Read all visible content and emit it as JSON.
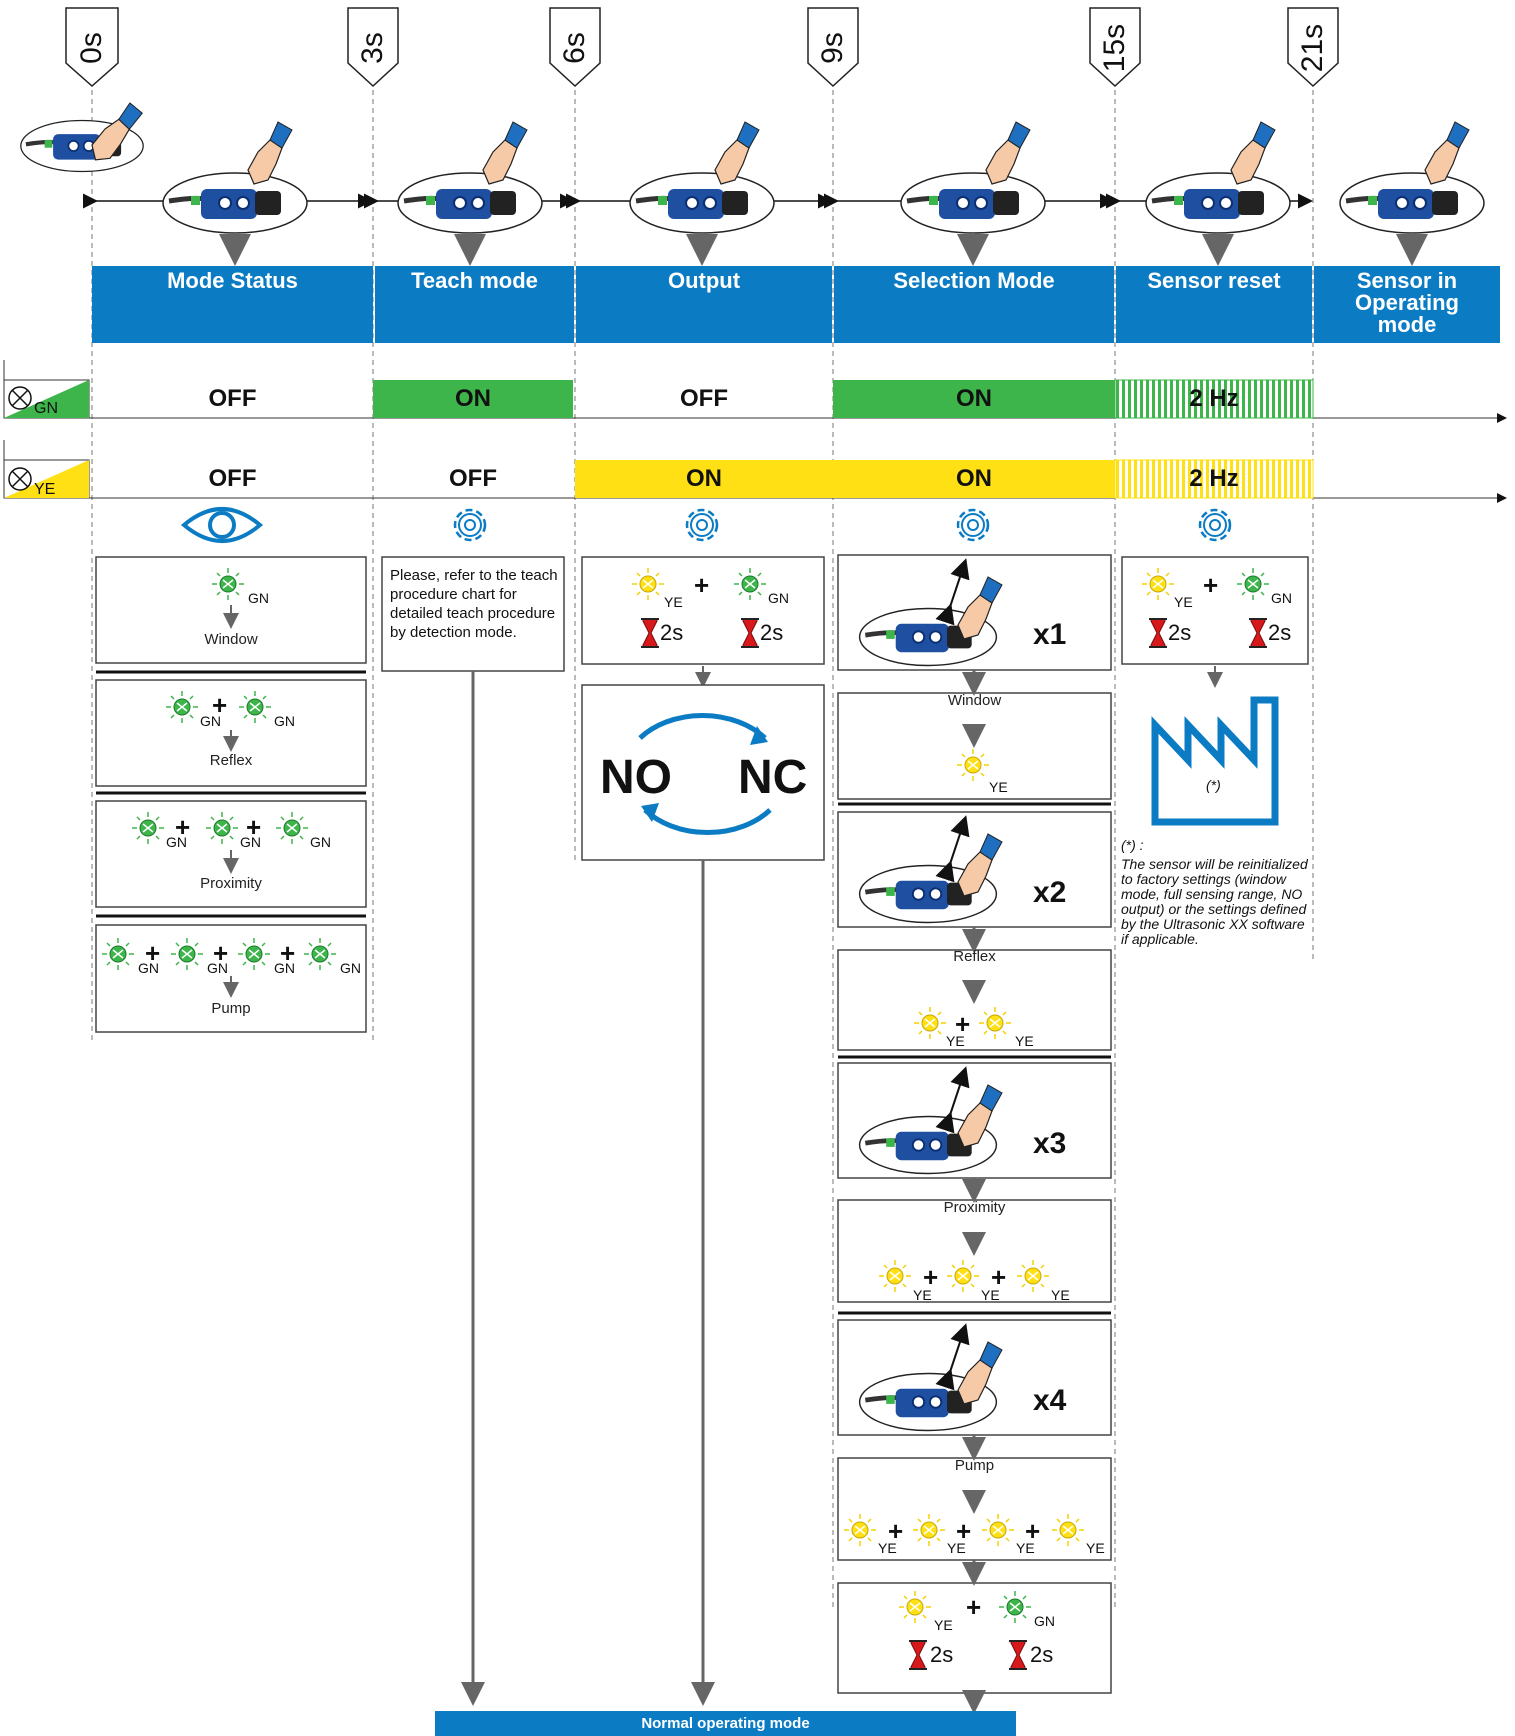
{
  "timeline": {
    "markers": [
      "0s",
      "3s",
      "6s",
      "9s",
      "15s",
      "21s"
    ]
  },
  "headers": {
    "mode_status": "Mode Status",
    "teach_mode": "Teach mode",
    "output": "Output",
    "selection_mode": "Selection Mode",
    "sensor_reset": "Sensor reset",
    "sensor_operating": "Sensor in Operating mode"
  },
  "led_rows": {
    "gn_label": "GN",
    "ye_label": "YE",
    "gn_states": [
      "OFF",
      "ON",
      "OFF",
      "ON",
      "2 Hz"
    ],
    "ye_states": [
      "OFF",
      "OFF",
      "ON",
      "ON",
      "2 Hz"
    ]
  },
  "mode_status": {
    "window": "Window",
    "reflex": "Reflex",
    "proximity": "Proximity",
    "pump": "Pump",
    "gn": "GN"
  },
  "teach": {
    "note": "Please, refer to the teach procedure chart for detailed teach procedure by detection mode."
  },
  "output": {
    "ye": "YE",
    "gn": "GN",
    "time": "2s",
    "no": "NO",
    "nc": "NC"
  },
  "selection": {
    "x1": "x1",
    "x2": "x2",
    "x3": "x3",
    "x4": "x4",
    "window": "Window",
    "reflex": "Reflex",
    "proximity": "Proximity",
    "pump": "Pump",
    "ye": "YE",
    "gn": "GN",
    "time": "2s"
  },
  "reset": {
    "ye": "YE",
    "gn": "GN",
    "time": "2s",
    "star": "(*)",
    "note_head": "(*) :",
    "note": "The sensor will be reinitialized to factory settings (window mode, full sensing range, NO output) or the settings defined by the Ultrasonic XX software if applicable."
  },
  "footer": {
    "normal_mode": "Normal operating mode"
  },
  "colors": {
    "blue": "#0b7cc4",
    "green": "#3db54a",
    "yellow": "#ffe014",
    "red": "#d7191c"
  }
}
